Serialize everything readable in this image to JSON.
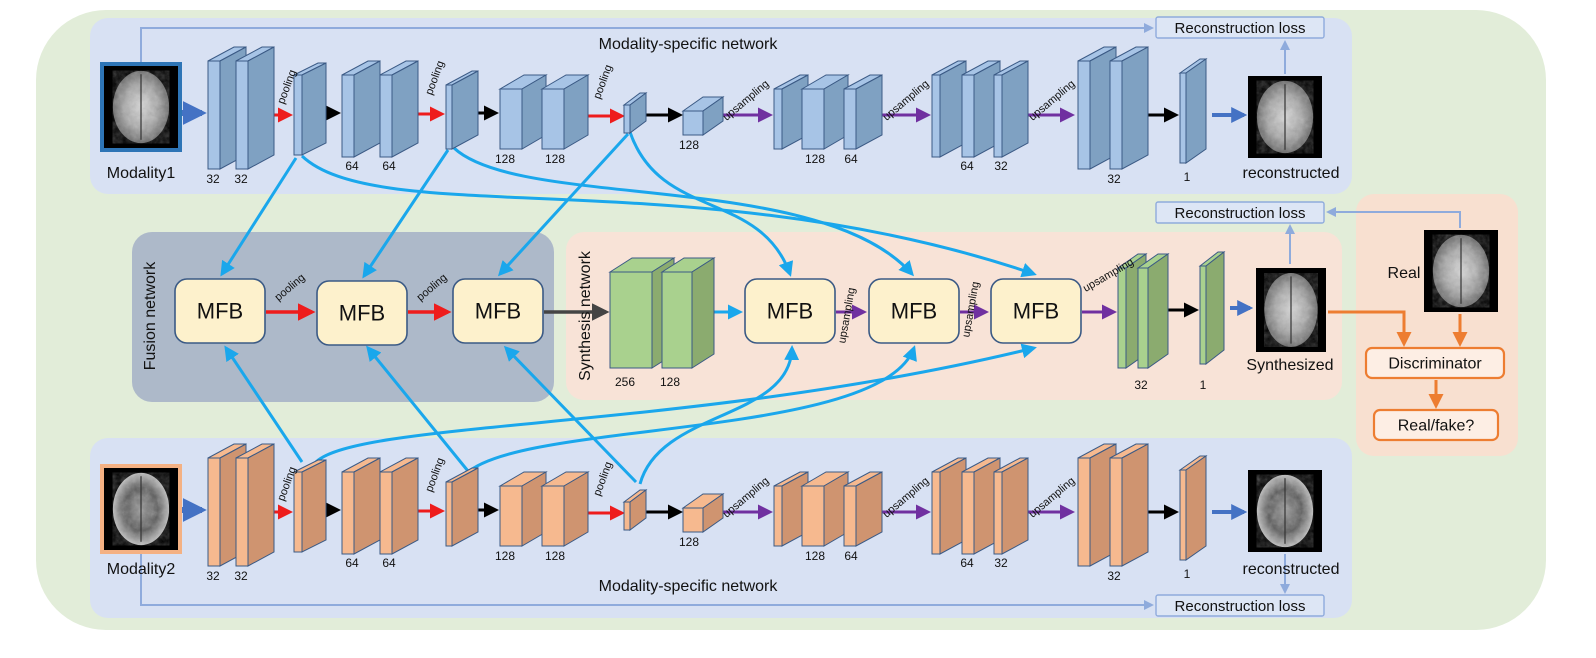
{
  "colors": {
    "outer_bg": "#e2edd9",
    "modality_panel": "#d8e1f3",
    "fusion_panel": "#adb9c9",
    "synthesis_panel": "#f8e3d7",
    "gan_panel": "#f8e0d0",
    "blue_block": "#a7c4e6",
    "blue_block_dark": "#7fa1c2",
    "orange_block": "#f6b98f",
    "orange_block_dark": "#cf9470",
    "green_block": "#a9d18e",
    "green_block_dark": "#8bab6f",
    "mfb_fill": "#fdf1cc",
    "skip_arrow": "#1aa7ec",
    "pool_arrow": "#ee1c1c",
    "up_arrow": "#7030a0",
    "orange_line": "#ed7d31",
    "loss_line": "#8fabdc"
  },
  "top": {
    "title": "Modality-specific network",
    "input_label": "Modality1",
    "output_label": "reconstructed",
    "loss_label": "Reconstruction loss",
    "channels": [
      "32",
      "32",
      "64",
      "64",
      "128",
      "128",
      "128",
      "128",
      "64",
      "64",
      "32",
      "32",
      "1"
    ],
    "pool_label": "pooling",
    "up_label": "upsampling"
  },
  "bottom": {
    "title": "Modality-specific network",
    "input_label": "Modality2",
    "output_label": "reconstructed",
    "loss_label": "Reconstruction loss",
    "channels": [
      "32",
      "32",
      "64",
      "64",
      "128",
      "128",
      "128",
      "128",
      "64",
      "64",
      "32",
      "32",
      "1"
    ]
  },
  "fusion": {
    "title": "Fusion network",
    "blocks": [
      "MFB",
      "MFB",
      "MFB"
    ]
  },
  "synthesis": {
    "title": "Synthesis network",
    "blocks": [
      "MFB",
      "MFB",
      "MFB"
    ],
    "channels": [
      "256",
      "128",
      "32",
      "1"
    ],
    "output_label": "Synthesized",
    "loss_label": "Reconstruction loss"
  },
  "gan": {
    "real_label": "Real",
    "discriminator_label": "Discriminator",
    "result_label": "Real/fake?"
  }
}
